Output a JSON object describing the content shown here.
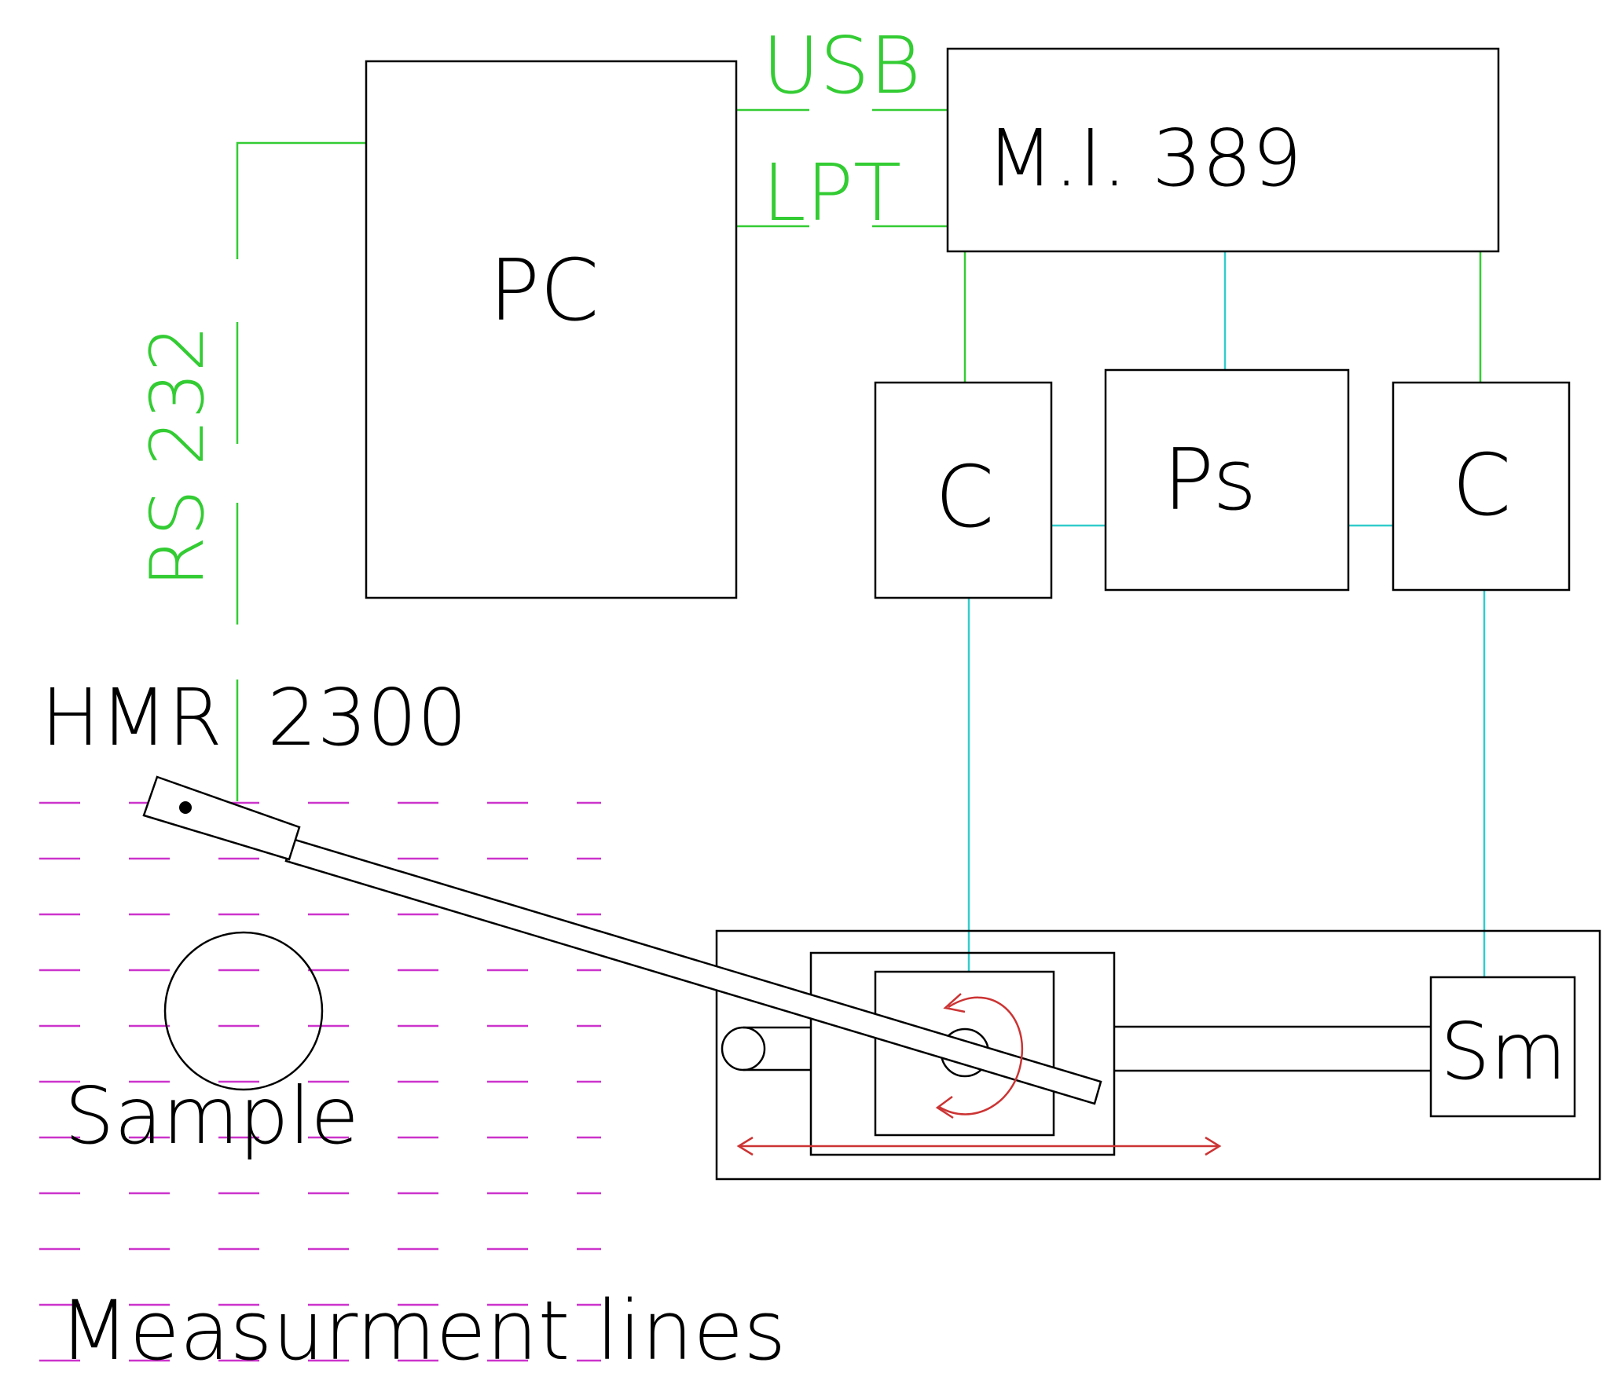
{
  "labels": {
    "pc": "PC",
    "mi": "M.I. 389",
    "usb": "USB",
    "lpt": "LPT",
    "rs232": "RS 232",
    "c_left": "C",
    "ps": "Ps",
    "c_right": "C",
    "hmr": "HMR",
    "hmr_number": "2300",
    "sm": "Sm",
    "sample": "Sample",
    "measurement_lines": "Measurment lines"
  },
  "colors": {
    "background": "#ffffff",
    "outline": "#000000",
    "data_link": "#33cc33",
    "power_link": "#33cccc",
    "measurement_lines": "#cc33cc",
    "motion_arrows": "#cc3333"
  }
}
